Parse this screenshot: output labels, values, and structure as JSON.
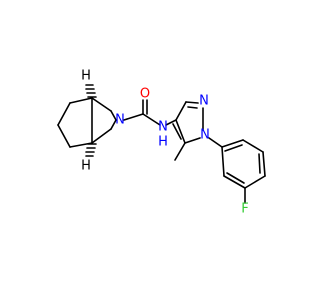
{
  "molecule": {
    "atoms": {
      "o_carbonyl": {
        "symbol": "O",
        "color": "#ff0000"
      },
      "n_amide": {
        "symbol": "N",
        "sub": "H",
        "color": "#0000ff"
      },
      "n_ring2": {
        "symbol": "N",
        "color": "#0000ff"
      },
      "n_pyrazole2": {
        "symbol": "N",
        "color": "#0000ff"
      },
      "n_pyrazole1": {
        "symbol": "N",
        "color": "#0000ff"
      },
      "f_aryl": {
        "symbol": "F",
        "color": "#33cc33"
      },
      "h_stereo_top": {
        "symbol": "H",
        "color": "#000000"
      },
      "h_stereo_bottom": {
        "symbol": "H",
        "color": "#000000"
      }
    },
    "bond_color": "#000000"
  }
}
